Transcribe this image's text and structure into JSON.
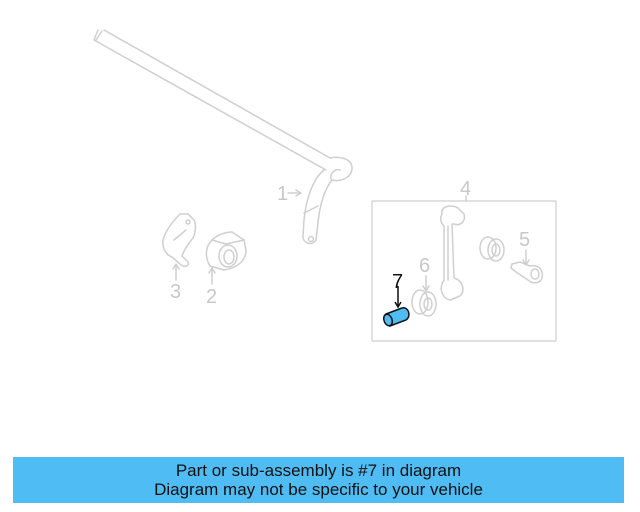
{
  "diagram": {
    "highlight_color": "#4fbcf4",
    "line_color": "#cfcfcf",
    "callouts": [
      {
        "id": "1",
        "label": "1"
      },
      {
        "id": "2",
        "label": "2"
      },
      {
        "id": "3",
        "label": "3"
      },
      {
        "id": "4",
        "label": "4"
      },
      {
        "id": "5",
        "label": "5"
      },
      {
        "id": "6",
        "label": "6"
      },
      {
        "id": "7",
        "label": "7",
        "highlighted": true
      }
    ]
  },
  "banner": {
    "line1": "Part or sub-assembly is #7 in diagram",
    "line2": "Diagram may not be specific to your vehicle",
    "background": "#4fbcf4"
  }
}
